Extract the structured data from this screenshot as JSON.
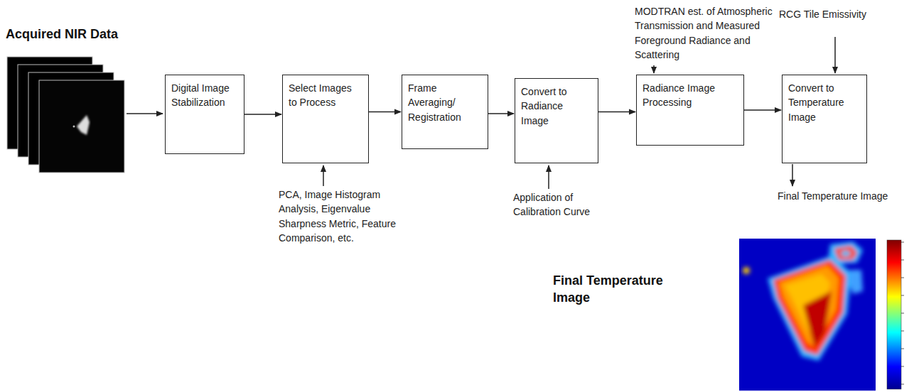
{
  "diagram": {
    "nodes": [
      {
        "text": [
          "Digital Image Stabilization"
        ]
      },
      {
        "text": [
          "Select Images to Process"
        ]
      },
      {
        "text": [
          "Frame Averaging/ Registration"
        ]
      },
      {
        "text": [
          "Convert to Radiance Image"
        ]
      },
      {
        "text": [
          "Radiance Image Processing"
        ]
      },
      {
        "text": [
          "Convert to Temperature Image"
        ]
      }
    ],
    "edges": [
      {
        "from": 0,
        "to": 1,
        "arrow": "to"
      },
      {
        "from": 1,
        "to": 2,
        "arrow": "to"
      },
      {
        "from": 2,
        "to": 3,
        "arrow": "to"
      },
      {
        "from": 3,
        "to": 4,
        "arrow": "to"
      },
      {
        "from": 4,
        "to": 5,
        "arrow": "to"
      }
    ],
    "labels": [
      "Acquired NIR Data",
      "PCA, Image Histogram Analysis, Eigenvalue Sharpness Metric, Feature Comparison, etc.",
      "Application of Calibration Curve",
      "MODTRAN est. of Atmospheric Transmission and Measured Foreground Radiance and Scattering",
      "RCG Tile Emissivity",
      "Final Temperature Image",
      "Final Temperature Image"
    ]
  }
}
